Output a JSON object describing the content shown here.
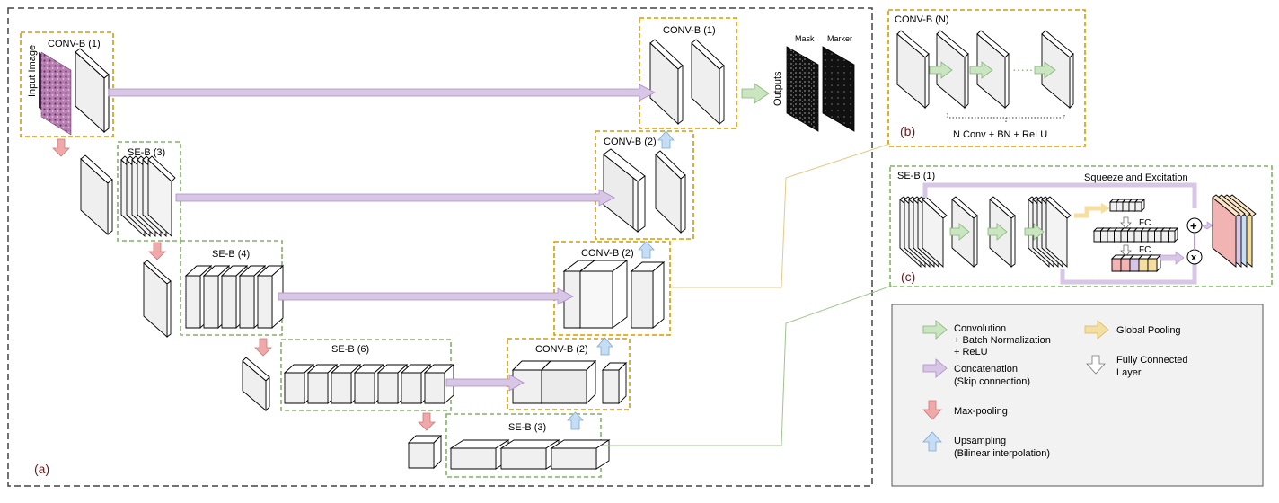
{
  "panel_a": {
    "tag": "(a)",
    "input_label": "Input Image",
    "enc1": "CONV-B (1)",
    "enc2": "SE-B (3)",
    "enc3": "SE-B (4)",
    "enc4": "SE-B (6)",
    "bottleneck": "SE-B (3)",
    "dec4": "CONV-B (2)",
    "dec3": "CONV-B (2)",
    "dec2": "CONV-B (2)",
    "dec1": "CONV-B (1)",
    "outputs_label": "Outputs",
    "mask_label": "Mask",
    "marker_label": "Marker"
  },
  "panel_b": {
    "tag": "(b)",
    "title": "CONV-B (N)",
    "brace_label": "N Conv + BN + ReLU"
  },
  "panel_c": {
    "tag": "(c)",
    "title": "SE-B (1)",
    "se_title": "Squeeze and Excitation",
    "fc1": "FC",
    "fc2": "FC",
    "plus": "+",
    "times": "x"
  },
  "legend": {
    "conv": [
      "Convolution",
      "+ Batch Normalization",
      "+ ReLU"
    ],
    "concat": [
      "Concatenation",
      "(Skip connection)"
    ],
    "maxpool": "Max-pooling",
    "upsample": [
      "Upsampling",
      "(Bilinear interpolation)"
    ],
    "gpool": "Global Pooling",
    "fc": [
      "Fully Connected",
      "Layer"
    ]
  },
  "colors": {
    "conv_arrow": "#c9e6c0",
    "concat_arrow": "#d8c6e6",
    "pool_arrow": "#f0a9a9",
    "up_arrow": "#c5ddf5",
    "gpool_arrow": "#f5dfa0",
    "conv_box": "#d79b00",
    "se_box": "#82b366",
    "tag_text": "#6b1a1a"
  }
}
